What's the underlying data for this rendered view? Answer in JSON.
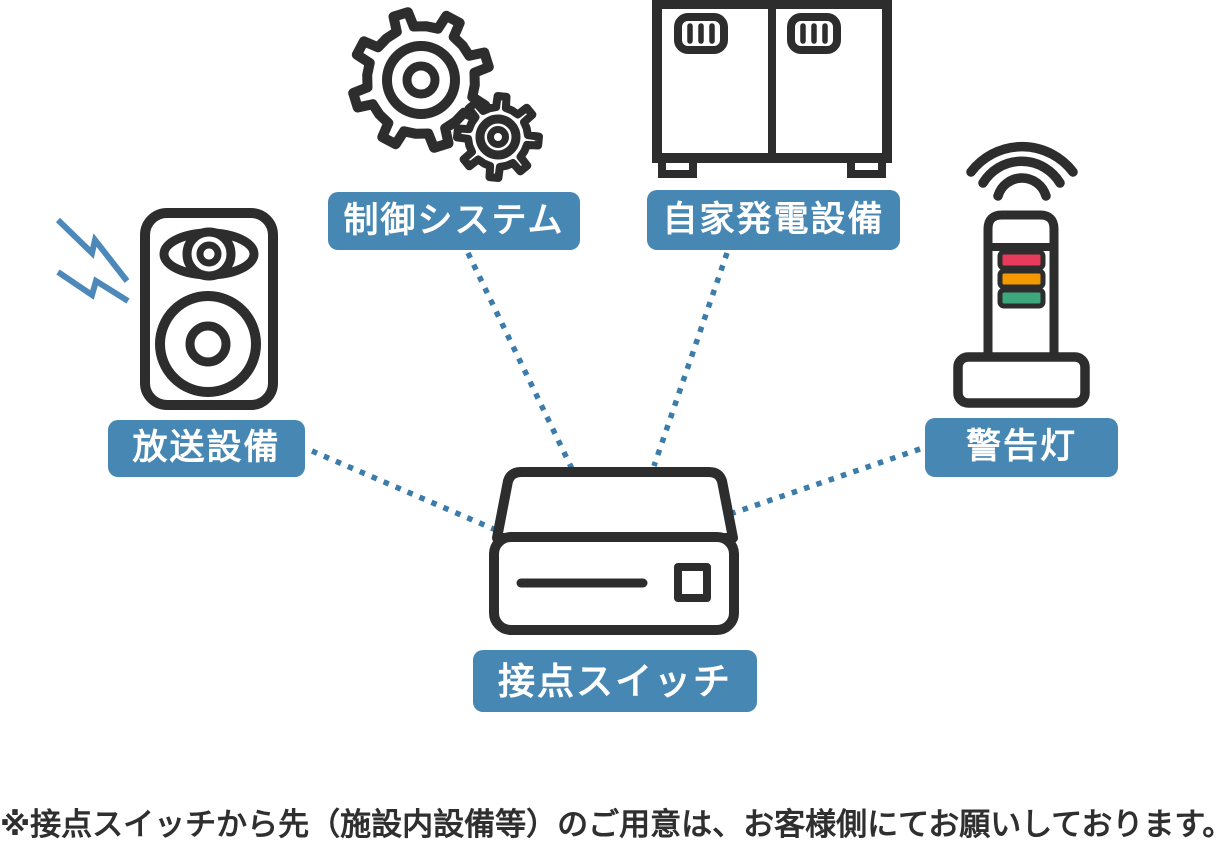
{
  "diagram": {
    "nodes": [
      {
        "id": "broadcast",
        "label": "放送設備"
      },
      {
        "id": "control-system",
        "label": "制御システム"
      },
      {
        "id": "generator",
        "label": "自家発電設備"
      },
      {
        "id": "warning-light",
        "label": "警告灯"
      },
      {
        "id": "contact-switch",
        "label": "接点スイッチ"
      }
    ],
    "connections": [
      {
        "from": "broadcast",
        "to": "contact-switch"
      },
      {
        "from": "control-system",
        "to": "contact-switch"
      },
      {
        "from": "generator",
        "to": "contact-switch"
      },
      {
        "from": "warning-light",
        "to": "contact-switch"
      }
    ]
  },
  "note": "※接点スイッチから先（施設内設備等）のご用意は、お客様側にてお願いしております。",
  "colors": {
    "label_bg": "#4787b3",
    "label_text": "#ffffff",
    "connector": "#3b7cab",
    "icon_stroke": "#2d2d2d",
    "bolt_blue": "#4d88bb",
    "light_red": "#e73a5c",
    "light_orange": "#f29a00",
    "light_green": "#3ca87c",
    "note_text": "#2f2f2f"
  }
}
